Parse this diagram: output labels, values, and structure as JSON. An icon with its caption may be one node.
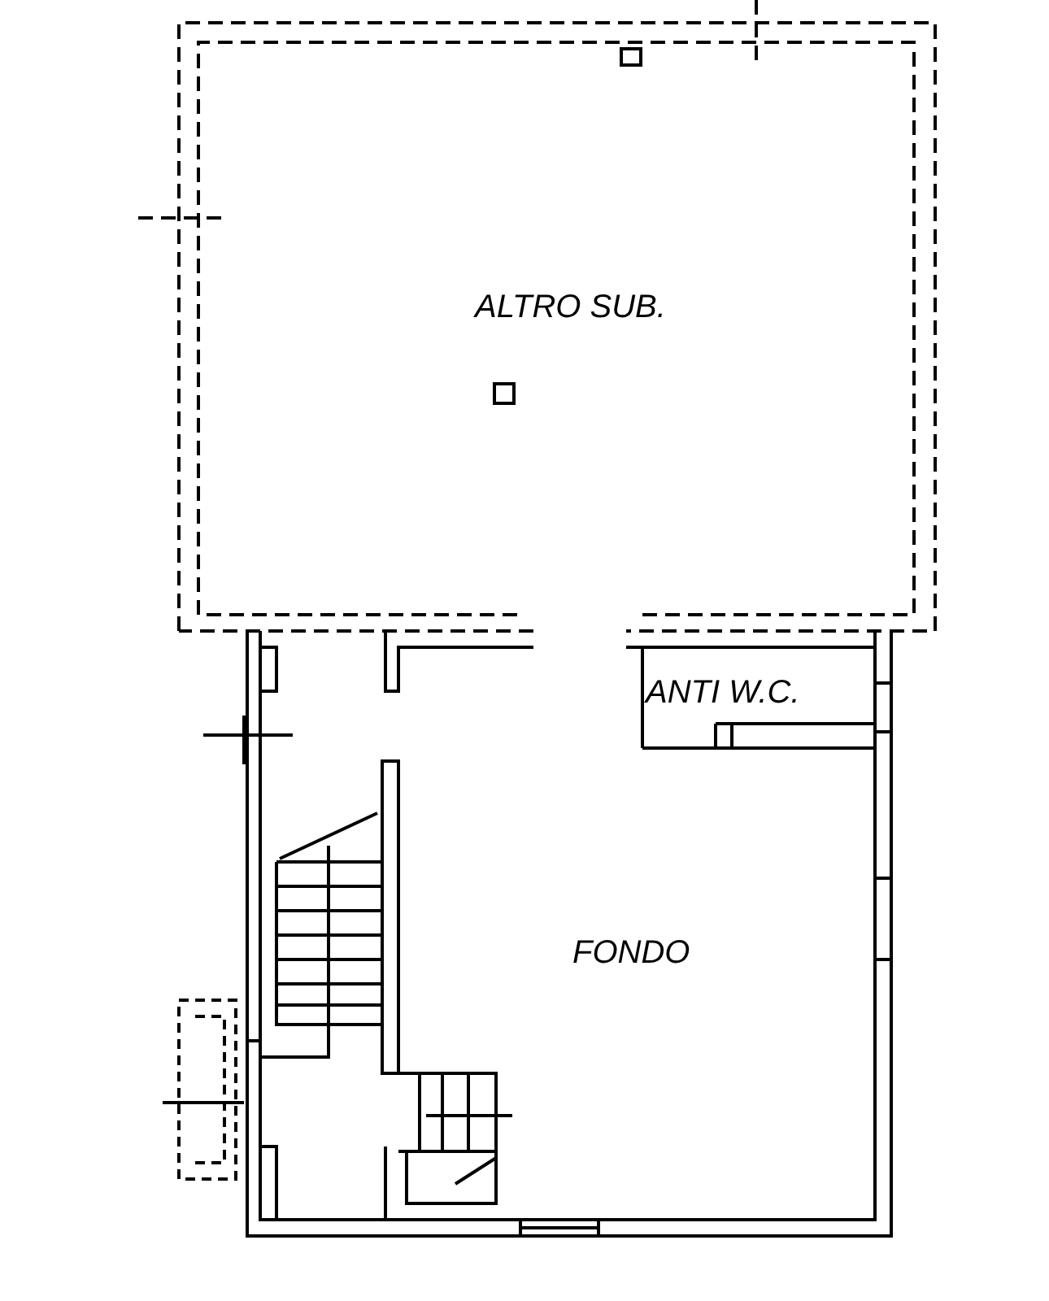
{
  "diagram": {
    "labels": [
      "ALTRO SUB.",
      "ANTI W.C.",
      "FONDO"
    ]
  }
}
